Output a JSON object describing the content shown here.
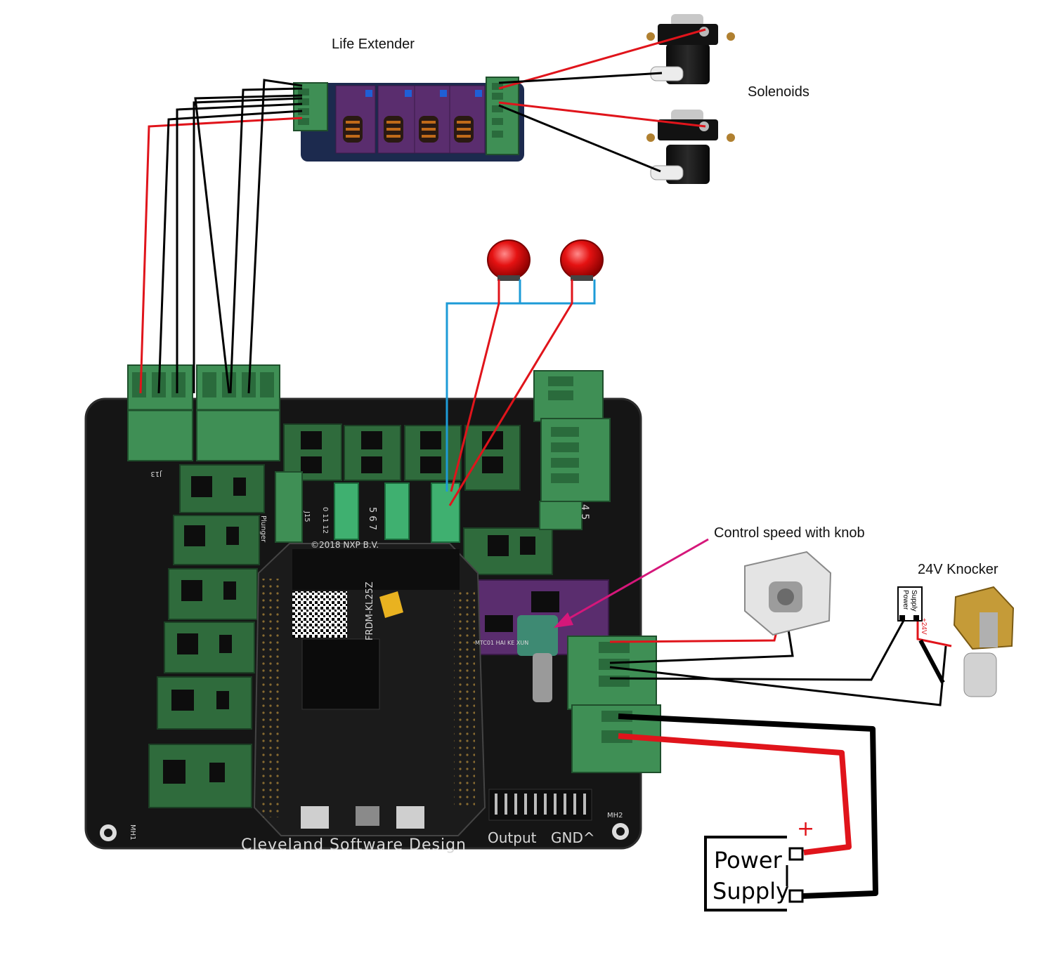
{
  "labels": {
    "life_extender": "Life Extender",
    "solenoids": "Solenoids",
    "control_speed": "Control speed with knob",
    "knocker": "24V Knocker"
  },
  "board": {
    "silk_brand": "Cleveland Software Design",
    "silk_output": "Output",
    "silk_gnd": "GND^",
    "copyright": "©2018 NXP B.V.",
    "mcu_name": "FRDM-KL25Z",
    "mh1": "MH1",
    "mh2": "MH2",
    "j13": "J13",
    "j15": "J15",
    "col_5_6_7": "5 6 7",
    "col_0_11_12": "0 11 12",
    "ports_4_5": "4 5",
    "plunger": "Plunger",
    "mtc_text": "MTC01 HAI KE XUN"
  },
  "knocker_psu": {
    "label_line1": "Power",
    "label_line2": "Supply",
    "plus_label": "+24V"
  },
  "main_psu": {
    "label_line1": "Power",
    "label_line2": "Supply",
    "plus": "+"
  },
  "colors": {
    "power_wire": "#e0141b",
    "ground_wire": "#000000",
    "button_wire": "#1d9bd7",
    "pointer_arrow": "#d5177a",
    "terminal_green": "#3f8f55",
    "pcb_black": "#151515",
    "module_green": "#2f6b3c",
    "purple_pcb": "#5a2d6e",
    "button_red": "#e20f0f"
  }
}
